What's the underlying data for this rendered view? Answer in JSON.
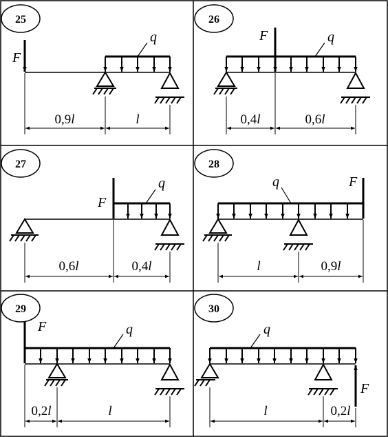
{
  "panels": [
    {
      "number": "25",
      "load_label": "q",
      "force_label": "F",
      "dims": [
        {
          "coef": "0,9",
          "var": "l"
        },
        {
          "coef": "",
          "var": "l"
        }
      ]
    },
    {
      "number": "26",
      "load_label": "q",
      "force_label": "F",
      "dims": [
        {
          "coef": "0,4",
          "var": "l"
        },
        {
          "coef": "0,6",
          "var": "l"
        }
      ]
    },
    {
      "number": "27",
      "load_label": "q",
      "force_label": "F",
      "dims": [
        {
          "coef": "0,6",
          "var": "l"
        },
        {
          "coef": "0,4",
          "var": "l"
        }
      ]
    },
    {
      "number": "28",
      "load_label": "q",
      "force_label": "F",
      "dims": [
        {
          "coef": "",
          "var": "l"
        },
        {
          "coef": "0,9",
          "var": "l"
        }
      ]
    },
    {
      "number": "29",
      "load_label": "q",
      "force_label": "F",
      "dims": [
        {
          "coef": "0,2",
          "var": "l"
        },
        {
          "coef": "",
          "var": "l"
        }
      ]
    },
    {
      "number": "30",
      "load_label": "q",
      "force_label": "F",
      "dims": [
        {
          "coef": "",
          "var": "l"
        },
        {
          "coef": "0,2",
          "var": "l"
        }
      ]
    }
  ]
}
